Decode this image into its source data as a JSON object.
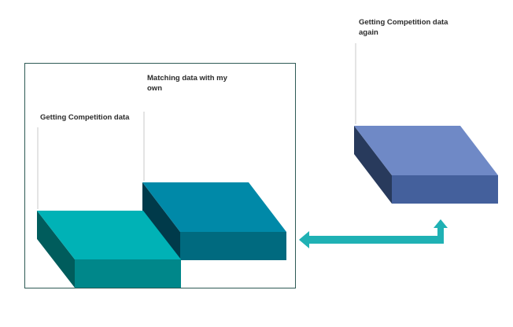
{
  "labels": {
    "getting_competition": "Getting Competition data",
    "matching_line1": "Matching data with my",
    "matching_line2": "own",
    "again_line1": "Getting Competition data",
    "again_line2": "again"
  },
  "colors": {
    "frame": "#2e5a55",
    "leader_line": "#c9c9c9",
    "teal_top": "#00b2b6",
    "teal_front": "#00878a",
    "teal_side": "#005c5c",
    "blue_top": "#0089a8",
    "blue_front": "#006a7f",
    "blue_side": "#003a4a",
    "indigo_top": "#6f89c6",
    "indigo_front": "#44609c",
    "indigo_side": "#283a5c",
    "arrow": "#1fb1b4"
  },
  "icons": {
    "connector": "bent-double-arrow-icon"
  }
}
